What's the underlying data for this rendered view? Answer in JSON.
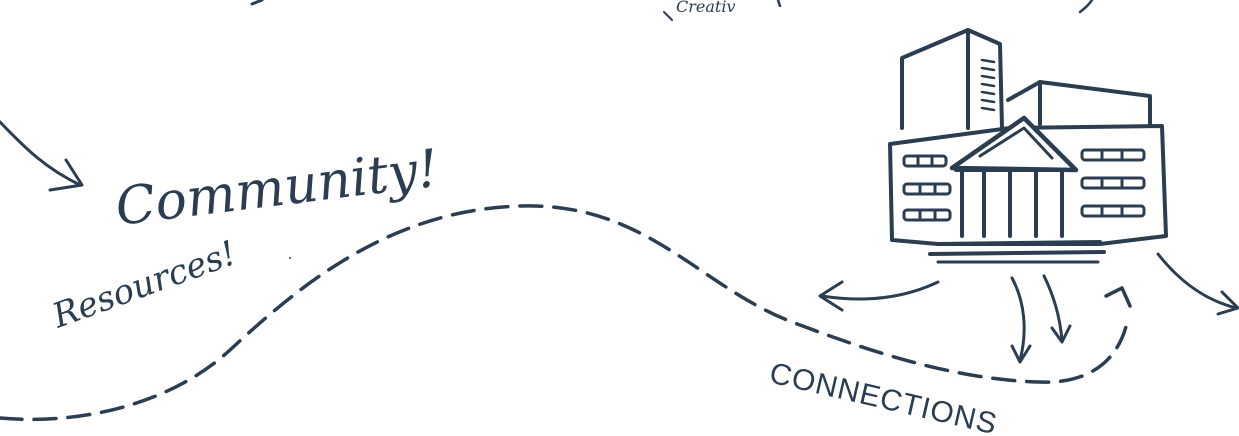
{
  "labels": {
    "community": "Community!",
    "resources": "Resources!",
    "connections": "CONNECTIONS",
    "top_fragment": "Creativ"
  },
  "icons": {
    "building": "building-icon"
  },
  "colors": {
    "ink": "#2b3d50",
    "background": "#ffffff"
  }
}
